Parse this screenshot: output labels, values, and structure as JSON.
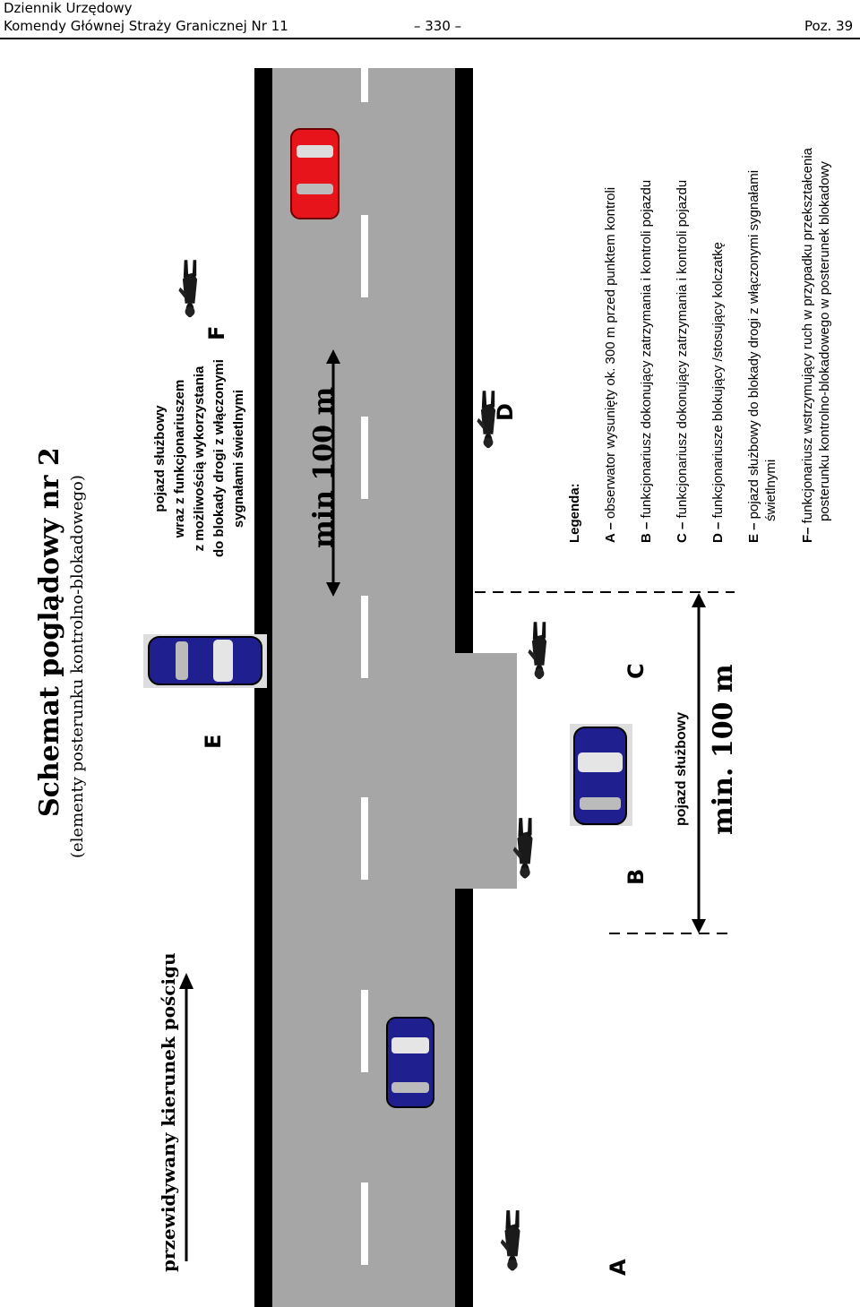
{
  "header": {
    "journal_line1": "Dziennik Urzędowy",
    "journal_line2": "Komendy Głównej Straży Granicznej Nr 11",
    "page_number": "– 330 –",
    "position": "Poz. 39"
  },
  "diagram": {
    "title": "Schemat poglądowy nr 2",
    "subtitle": "(elementy posterunku kontrolno-blokadowego)",
    "direction_label": "przewidywany kierunek pościgu",
    "label_E_desc": [
      "pojazd służbowy",
      "wraz z funkcjonariuszem",
      "z możliwością wykorzystania",
      "do blokady drogi z włączonymi",
      "sygnałami świetlnymi"
    ],
    "distance_road": "min 100 m",
    "distance_bottom": "min. 100 m",
    "vehicle_label": "pojazd służbowy",
    "letters": {
      "A": "A",
      "B": "B",
      "C": "C",
      "D": "D",
      "E": "E",
      "F": "F"
    },
    "colors": {
      "road": "#a6a6a6",
      "edge": "#000000",
      "lane_mark": "#ffffff",
      "police_car": "#1f1f8f",
      "red_car": "#e8141c"
    }
  },
  "legend": {
    "title": "Legenda:",
    "items": [
      {
        "key": "A –",
        "text": " obserwator wysunięty ok. 300 m przed punktem kontroli"
      },
      {
        "key": "B –",
        "text": " funkcjonariusz dokonujący zatrzymania i kontroli pojazdu"
      },
      {
        "key": "C –",
        "text": " funkcjonariusz dokonujący zatrzymania i kontroli pojazdu"
      },
      {
        "key": "D –",
        "text": " funkcjonariusze blokujący /stosujący kolczatkę"
      },
      {
        "key": "E –",
        "text": " pojazd służbowy do blokady drogi z włączonymi sygnałami",
        "text2": "świetlnymi"
      },
      {
        "key": "F–",
        "text": " funkcjonariusz wstrzymujący ruch w przypadku przekształcenia",
        "text2": "posterunku kontrolno-blokadowego w posterunek blokadowy"
      }
    ]
  }
}
